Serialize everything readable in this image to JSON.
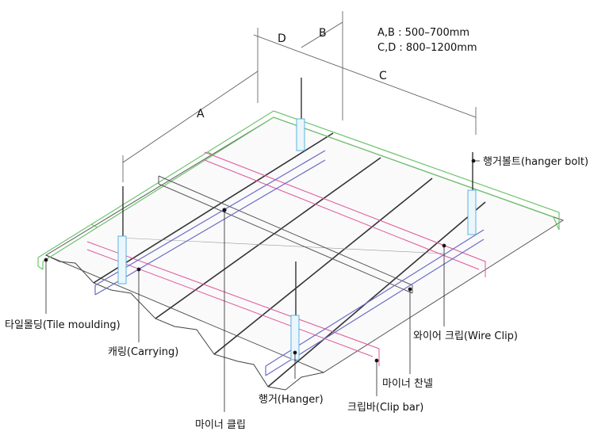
{
  "dimensions": {
    "label_a": "A",
    "label_b": "B",
    "label_c": "C",
    "label_d": "D",
    "spec_ab": "A,B : 500–700mm",
    "spec_cd": "C,D : 800–1200mm"
  },
  "labels": {
    "hanger_bolt": "행거볼트(hanger bolt)",
    "tile_moulding": "타일몰딩(Tile moulding)",
    "carrying": "캐링(Carrying)",
    "wire_clip": "와이어 크립(Wire Clip)",
    "minor_channel": "마이너 찬넬",
    "hanger": "행거(Hanger)",
    "clip_bar": "크립바(Clip bar)",
    "minor_clip": "마이너 클립"
  },
  "colors": {
    "tile_moulding": "#6cc46c",
    "carrying": "#6b6bc8",
    "clip_bar": "#e0559a",
    "hanger": "#5ab4e0",
    "panel": "#666666"
  }
}
